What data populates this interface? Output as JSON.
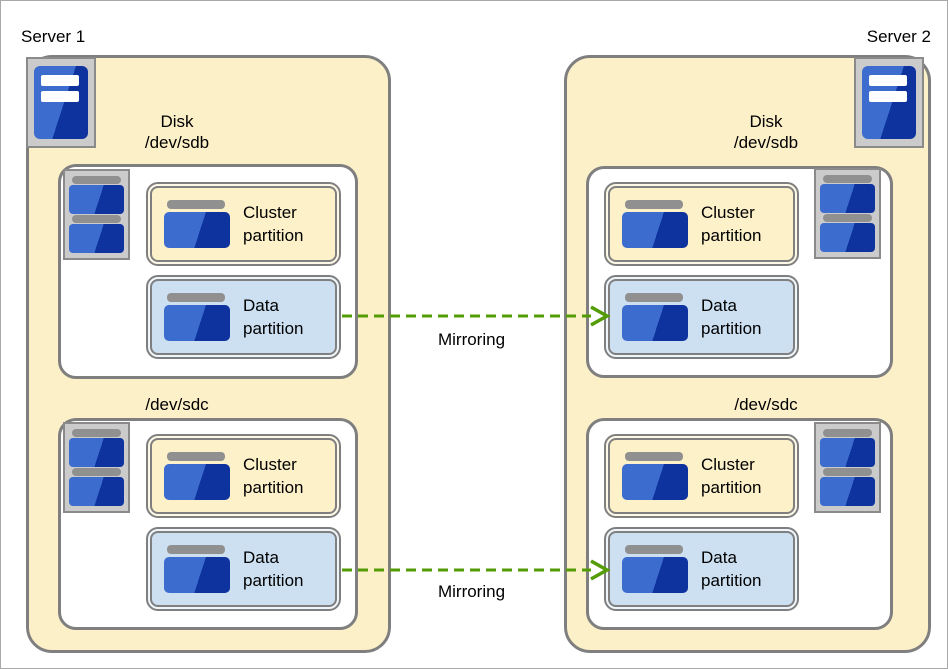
{
  "servers": [
    {
      "label": "Server 1",
      "disks": [
        {
          "title": "Disk\n/dev/sdb",
          "partitions": [
            {
              "kind": "cluster",
              "name": "Cluster\npartition"
            },
            {
              "kind": "data",
              "name": "Data\npartition"
            }
          ]
        },
        {
          "title": "/dev/sdc",
          "partitions": [
            {
              "kind": "cluster",
              "name": "Cluster\npartition"
            },
            {
              "kind": "data",
              "name": "Data\npartition"
            }
          ]
        }
      ]
    },
    {
      "label": "Server 2",
      "disks": [
        {
          "title": "Disk\n/dev/sdb",
          "partitions": [
            {
              "kind": "cluster",
              "name": "Cluster\npartition"
            },
            {
              "kind": "data",
              "name": "Data\npartition"
            }
          ]
        },
        {
          "title": "/dev/sdc",
          "partitions": [
            {
              "kind": "cluster",
              "name": "Cluster\npartition"
            },
            {
              "kind": "data",
              "name": "Data\npartition"
            }
          ]
        }
      ]
    }
  ],
  "mirroring": [
    {
      "label": "Mirroring"
    },
    {
      "label": "Mirroring"
    }
  ],
  "colors": {
    "server_fill": "#fcf0c8",
    "cluster_fill": "#fdf1ca",
    "data_fill": "#cce0f2",
    "border_gray": "#7f7f7f",
    "icon_frame_fill": "#cbcbcb",
    "icon_frame_border": "#8a8a8a",
    "icon_bar_gray": "#909090",
    "blue_light": "#3b6cce",
    "blue_dark": "#0f339e",
    "arrow_green": "#549c06"
  }
}
